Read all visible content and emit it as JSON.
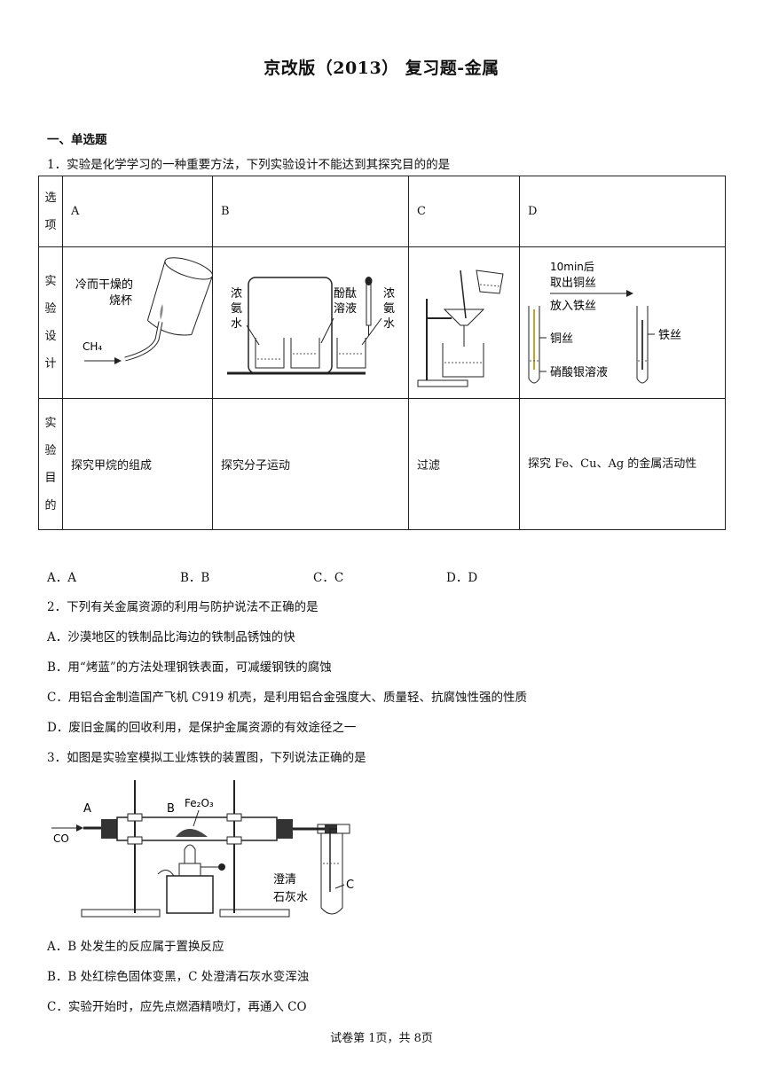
{
  "title": "京改版（2013） 复习题-金属",
  "section": "一、单选题",
  "q1": {
    "stem": "1．实验是化学学习的一种重要方法，下列实验设计不能达到其探究目的的是",
    "table": {
      "row_headers": [
        "选项",
        "实验设计",
        "实验目的"
      ],
      "cols": [
        "A",
        "B",
        "C",
        "D"
      ],
      "purposes": [
        "探究甲烷的组成",
        "探究分子运动",
        "过滤",
        "探究 Fe、Cu、Ag 的金属活动性"
      ]
    },
    "fig_a": {
      "label1": "冷而干燥的",
      "label2": "烧杯",
      "gas": "CH₄"
    },
    "fig_b": {
      "left1": "浓",
      "left2": "氨",
      "left3": "水",
      "mid1": "酚酞",
      "mid2": "溶液",
      "right1": "浓",
      "right2": "氨",
      "right3": "水"
    },
    "fig_d": {
      "l1": "10min后",
      "l2": "取出铜丝",
      "l3": "放入铁丝",
      "copper": "铜丝",
      "iron": "铁丝",
      "solution": "硝酸银溶液"
    },
    "options": [
      "A．A",
      "B．B",
      "C．C",
      "D．D"
    ]
  },
  "q2": {
    "stem": "2．下列有关金属资源的利用与防护说法不正确的是",
    "options": [
      "A．沙漠地区的铁制品比海边的铁制品锈蚀的快",
      "B．用“烤蓝”的方法处理钢铁表面，可减缓钢铁的腐蚀",
      "C．用铝合金制造国产飞机 C919 机壳，是利用铝合金强度大、质量轻、抗腐蚀性强的性质",
      "D．废旧金属的回收利用，是保护金属资源的有效途径之一"
    ]
  },
  "q3": {
    "stem": "3．如图是实验室模拟工业炼铁的装置图，下列说法正确的是",
    "fig": {
      "a": "A",
      "b": "B",
      "c": "C",
      "co": "CO",
      "fe2o3": "Fe₂O₃",
      "lime1": "澄清",
      "lime2": "石灰水"
    },
    "options": [
      "A．B 处发生的反应属于置换反应",
      "B．B 处红棕色固体变黑，C 处澄清石灰水变浑浊",
      "C．实验开始时，应先点燃酒精喷灯，再通入 CO"
    ]
  },
  "footer": "试卷第 1页，共 8页"
}
